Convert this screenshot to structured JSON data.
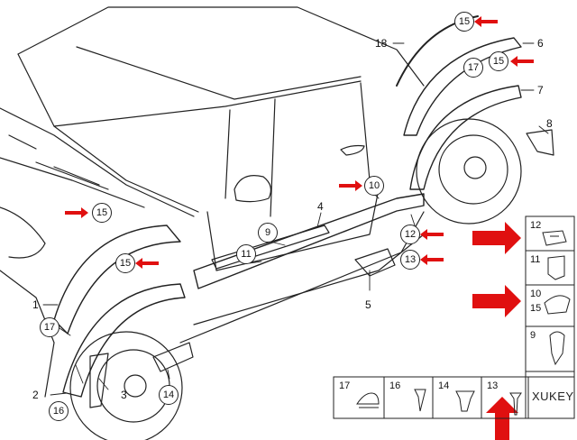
{
  "callouts": {
    "n18": "18",
    "n15a": "15",
    "n6": "6",
    "n17a": "17",
    "n15b": "15",
    "n7": "7",
    "n8": "8",
    "n10a": "10",
    "n4": "4",
    "n9": "9",
    "n11": "11",
    "n12a": "12",
    "n13a": "13",
    "n5": "5",
    "n15c": "15",
    "n15d": "15",
    "n1": "1",
    "n17b": "17",
    "n2": "2",
    "n3": "3",
    "n16": "16",
    "n14": "14"
  },
  "parts_table": {
    "right_column": [
      {
        "top": "12",
        "bottom": ""
      },
      {
        "top": "11",
        "bottom": ""
      },
      {
        "top": "10",
        "bottom": "15"
      },
      {
        "top": "9",
        "bottom": ""
      }
    ],
    "bottom_row": [
      "17",
      "16",
      "14",
      "13"
    ],
    "brand": "XUKEY"
  },
  "colors": {
    "arrow": "#e01010",
    "line": "#222222"
  }
}
